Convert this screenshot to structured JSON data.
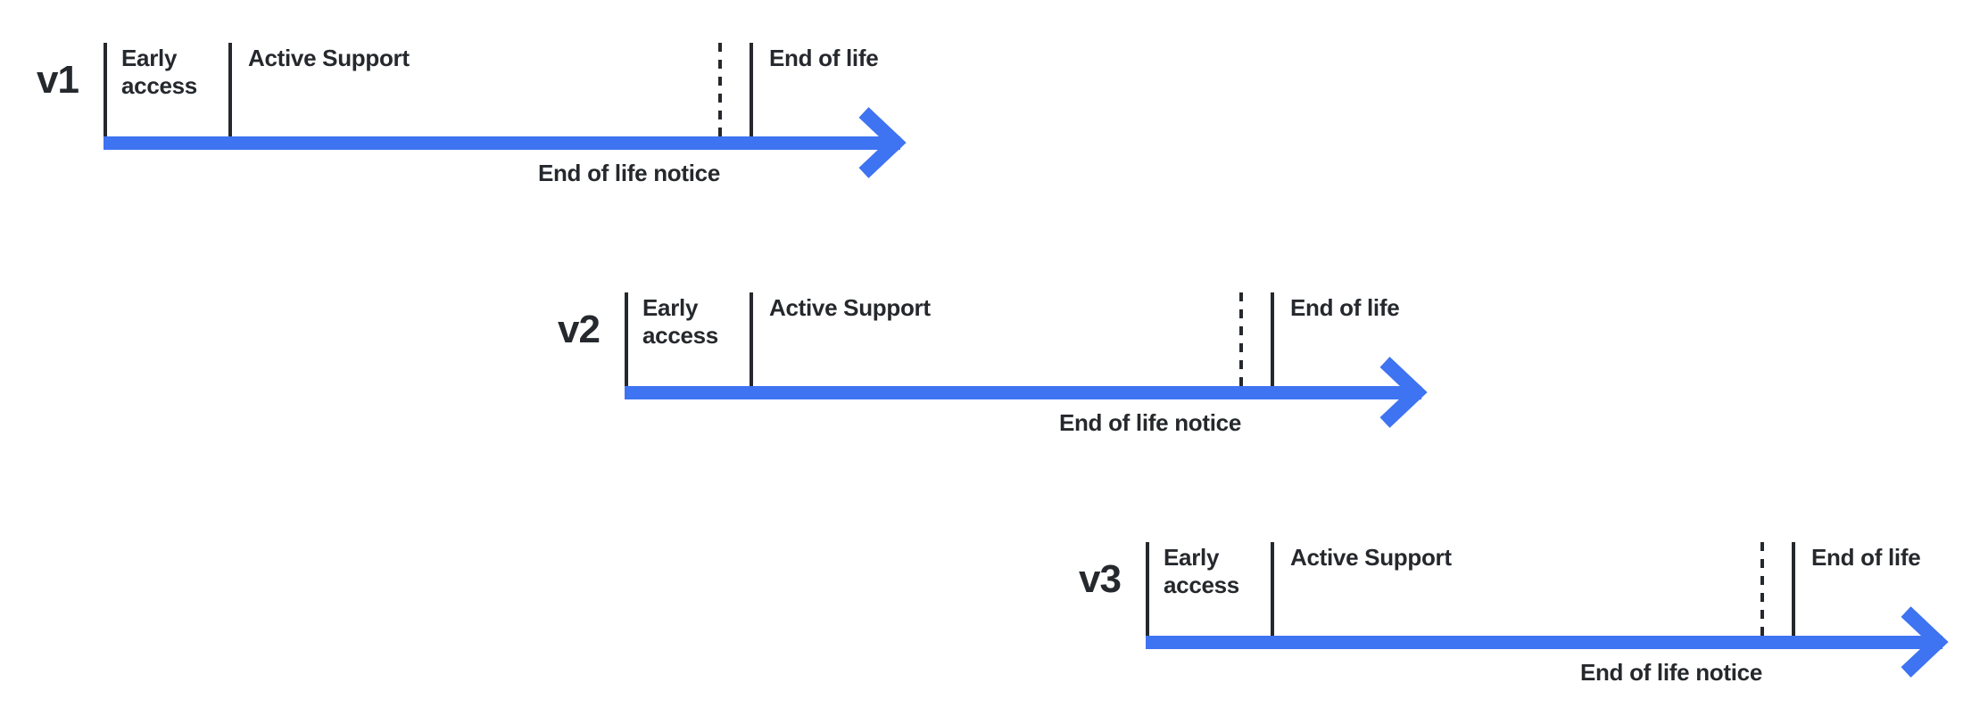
{
  "colors": {
    "timeline_blue": "#3E73F1",
    "ink": "#25282C",
    "background": "#FFFFFF"
  },
  "diagram": {
    "type": "lifecycle-timeline",
    "timelines": [
      {
        "version": "v1",
        "early_access_label": "Early access",
        "active_support_label": "Active Support",
        "end_of_life_label": "End of life",
        "end_of_life_notice_label": "End of life notice"
      },
      {
        "version": "v2",
        "early_access_label": "Early access",
        "active_support_label": "Active Support",
        "end_of_life_label": "End of life",
        "end_of_life_notice_label": "End of life notice"
      },
      {
        "version": "v3",
        "early_access_label": "Early access",
        "active_support_label": "Active Support",
        "end_of_life_label": "End of life",
        "end_of_life_notice_label": "End of life notice"
      }
    ]
  }
}
